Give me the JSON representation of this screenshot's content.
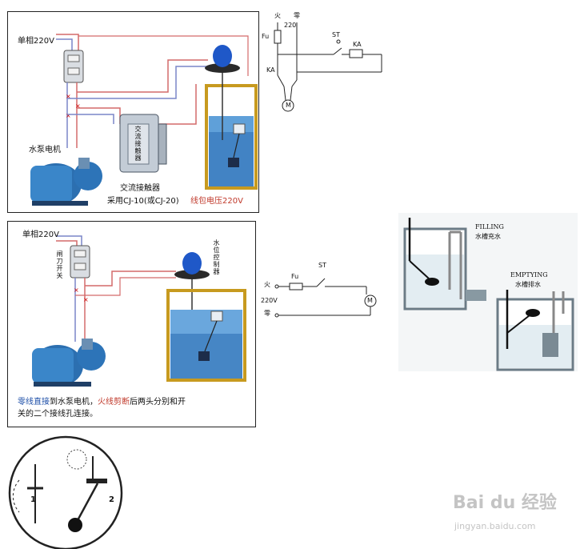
{
  "panel1": {
    "single_phase": "单相220V",
    "pump": "水泵电机",
    "contactor_box": "交流接触器",
    "contactor": "交流接触器",
    "contactor_model": "采用CJ-10(或CJ-20)",
    "coil_voltage": "线包电压220V"
  },
  "schematic1": {
    "live": "火",
    "neutral": "零",
    "voltage": "220",
    "fuse": "Fu",
    "switch": "ST",
    "relay_coil": "KA",
    "relay_contact": "KA",
    "motor": "M"
  },
  "panel2": {
    "single_phase": "单相220V",
    "knife_switch": "闸刀开关",
    "level_controller": "水位控制器",
    "note_part1": "零线直接",
    "note_part2": "到水泵电机，",
    "note_part3": "火线剪断",
    "note_part4": "后两头分别和开",
    "note_line2": "关的二个接线孔连接。"
  },
  "schematic2": {
    "live": "火",
    "voltage": "220V",
    "neutral": "零",
    "fuse": "Fu",
    "switch": "ST",
    "motor": "M"
  },
  "tanks": {
    "filling_en": "FILLING",
    "filling_cn": "水槽充水",
    "emptying_en": "EMPTYING",
    "emptying_cn": "水槽排水"
  },
  "switch_detail": {
    "pos1": "1",
    "pos2": "2"
  },
  "watermark": {
    "brand": "Bai du 经验",
    "url": "jingyan.baidu.com"
  }
}
